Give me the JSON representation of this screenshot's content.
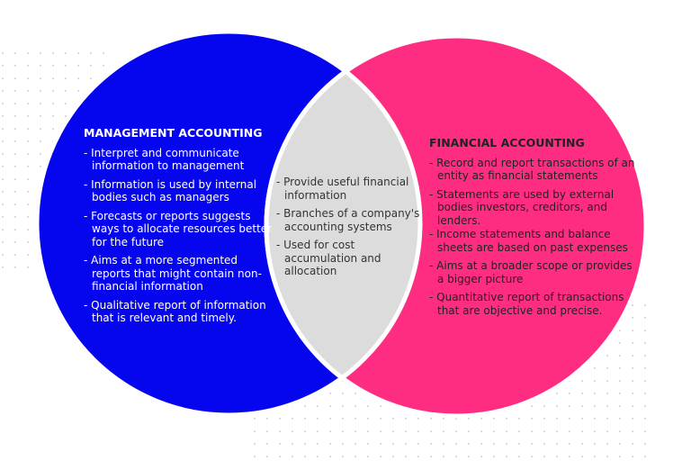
{
  "colors": {
    "management": "#0606EE",
    "financial": "#FF2D82",
    "overlap": "#DCDCDC"
  },
  "management": {
    "title": "MANAGEMENT ACCOUNTING",
    "items": [
      "- Interpret and communicate information to management",
      "- Information is used by internal bodies such as managers",
      "- Forecasts or reports suggests ways to allocate resources better for the future",
      "- Aims at a more segmented reports that might contain non-financial information",
      "- Qualitative report of information that is relevant and timely."
    ]
  },
  "shared": {
    "items": [
      "- Provide useful financial information",
      "- Branches of a company's accounting systems",
      "- Used for cost accumulation and allocation"
    ]
  },
  "financial": {
    "title": "FINANCIAL ACCOUNTING",
    "items": [
      "- Record and report transactions of an entity as financial statements",
      "- Statements are used by external bodies investors, creditors, and lenders.",
      "- Income statements and balance sheets are based on past expenses",
      "- Aims at a broader scope or provides a bigger picture",
      "- Quantitative report of transactions that are objective and precise."
    ]
  }
}
